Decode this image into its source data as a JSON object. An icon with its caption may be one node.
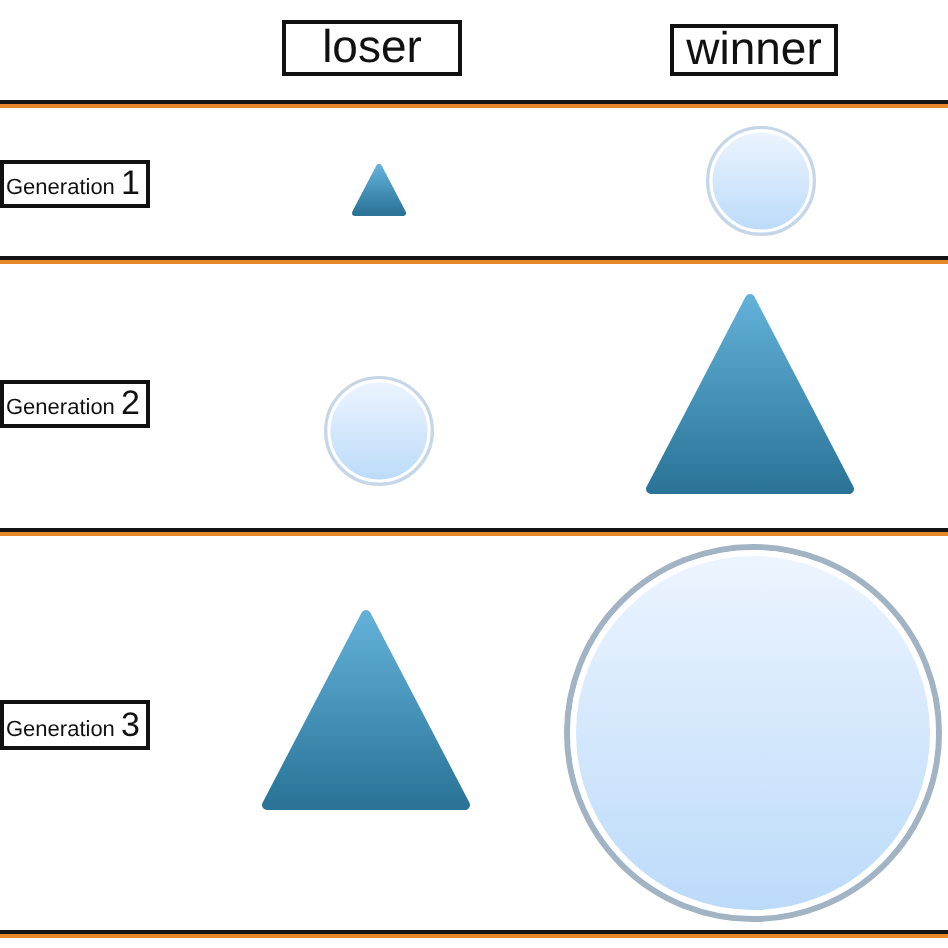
{
  "diagram": {
    "nodes": [
      {
        "text": [
          "loser"
        ]
      },
      {
        "text": [
          "winner"
        ]
      },
      {
        "text": [
          "Generation 1"
        ]
      },
      {
        "text": [],
        "shape": "triangle"
      },
      {
        "text": [],
        "shape": "circle"
      },
      {
        "text": [
          "Generation 2"
        ]
      },
      {
        "text": [],
        "shape": "circle"
      },
      {
        "text": [],
        "shape": "triangle"
      },
      {
        "text": [
          "Generation 3"
        ]
      },
      {
        "text": [],
        "shape": "triangle"
      },
      {
        "text": [],
        "shape": "circle"
      }
    ]
  }
}
